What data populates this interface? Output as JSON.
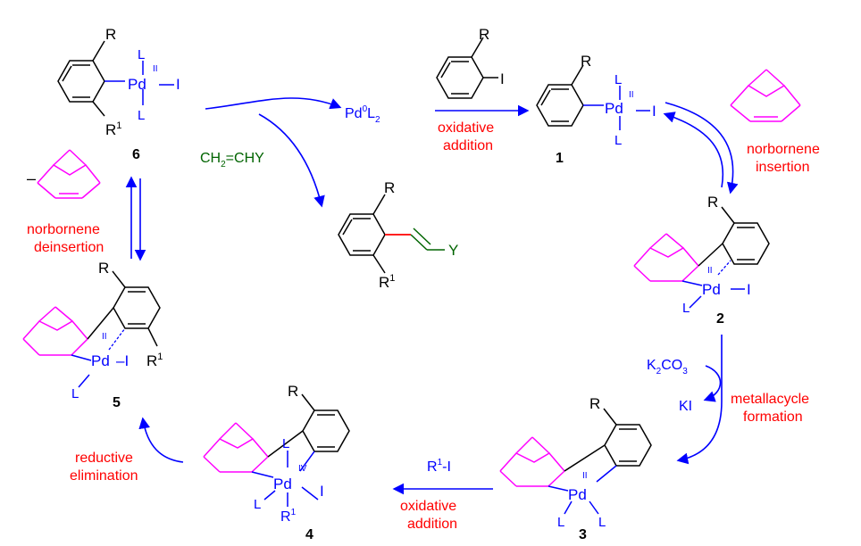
{
  "colors": {
    "pd_atom": "#0000ff",
    "norbornene_bonds": "#ff00ff",
    "step_labels": "#ff0000",
    "alkene": "#006400",
    "new_bond": "#ff0000",
    "compound_numbers": "#000000"
  },
  "compound_numbers": {
    "c1": "1",
    "c2": "2",
    "c3": "3",
    "c4": "4",
    "c5": "5",
    "c6": "6"
  },
  "atoms": {
    "pd": "Pd",
    "iodide": "I",
    "ligand": "L",
    "substituent_r": "R",
    "substituent_r1_base": "R",
    "r1_superscript": "1",
    "alkene_y": "Y",
    "ox_state_ii": "II",
    "ox_state_iv": "IV"
  },
  "steps": {
    "oxidative_addition_top": [
      "oxidative",
      "addition"
    ],
    "norbornene_insertion": [
      "norbornene",
      "insertion"
    ],
    "metallacycle_formation": [
      "metallacycle",
      "formation"
    ],
    "oxidative_addition_bottom": [
      "oxidative",
      "addition"
    ],
    "reductive_elimination": [
      "reductive",
      "elimination"
    ],
    "norbornene_deinsertion": [
      "norbornene",
      "deinsertion"
    ]
  },
  "reagents": {
    "pd0_base": "Pd",
    "pd0_sup": "0",
    "pd0_l": "L",
    "pd0_sub": "2",
    "alkene_left": "CH",
    "alkene_sub": "2",
    "alkene_right": "=CHY",
    "k2co3_k": "K",
    "k2co3_sub": "2",
    "k2co3_rest": "CO",
    "k2co3_sub3": "3",
    "ki": "KI",
    "r1i_r": "R",
    "r1i_sup": "1",
    "r1i_rest": "-I",
    "minus_sign": "–"
  }
}
